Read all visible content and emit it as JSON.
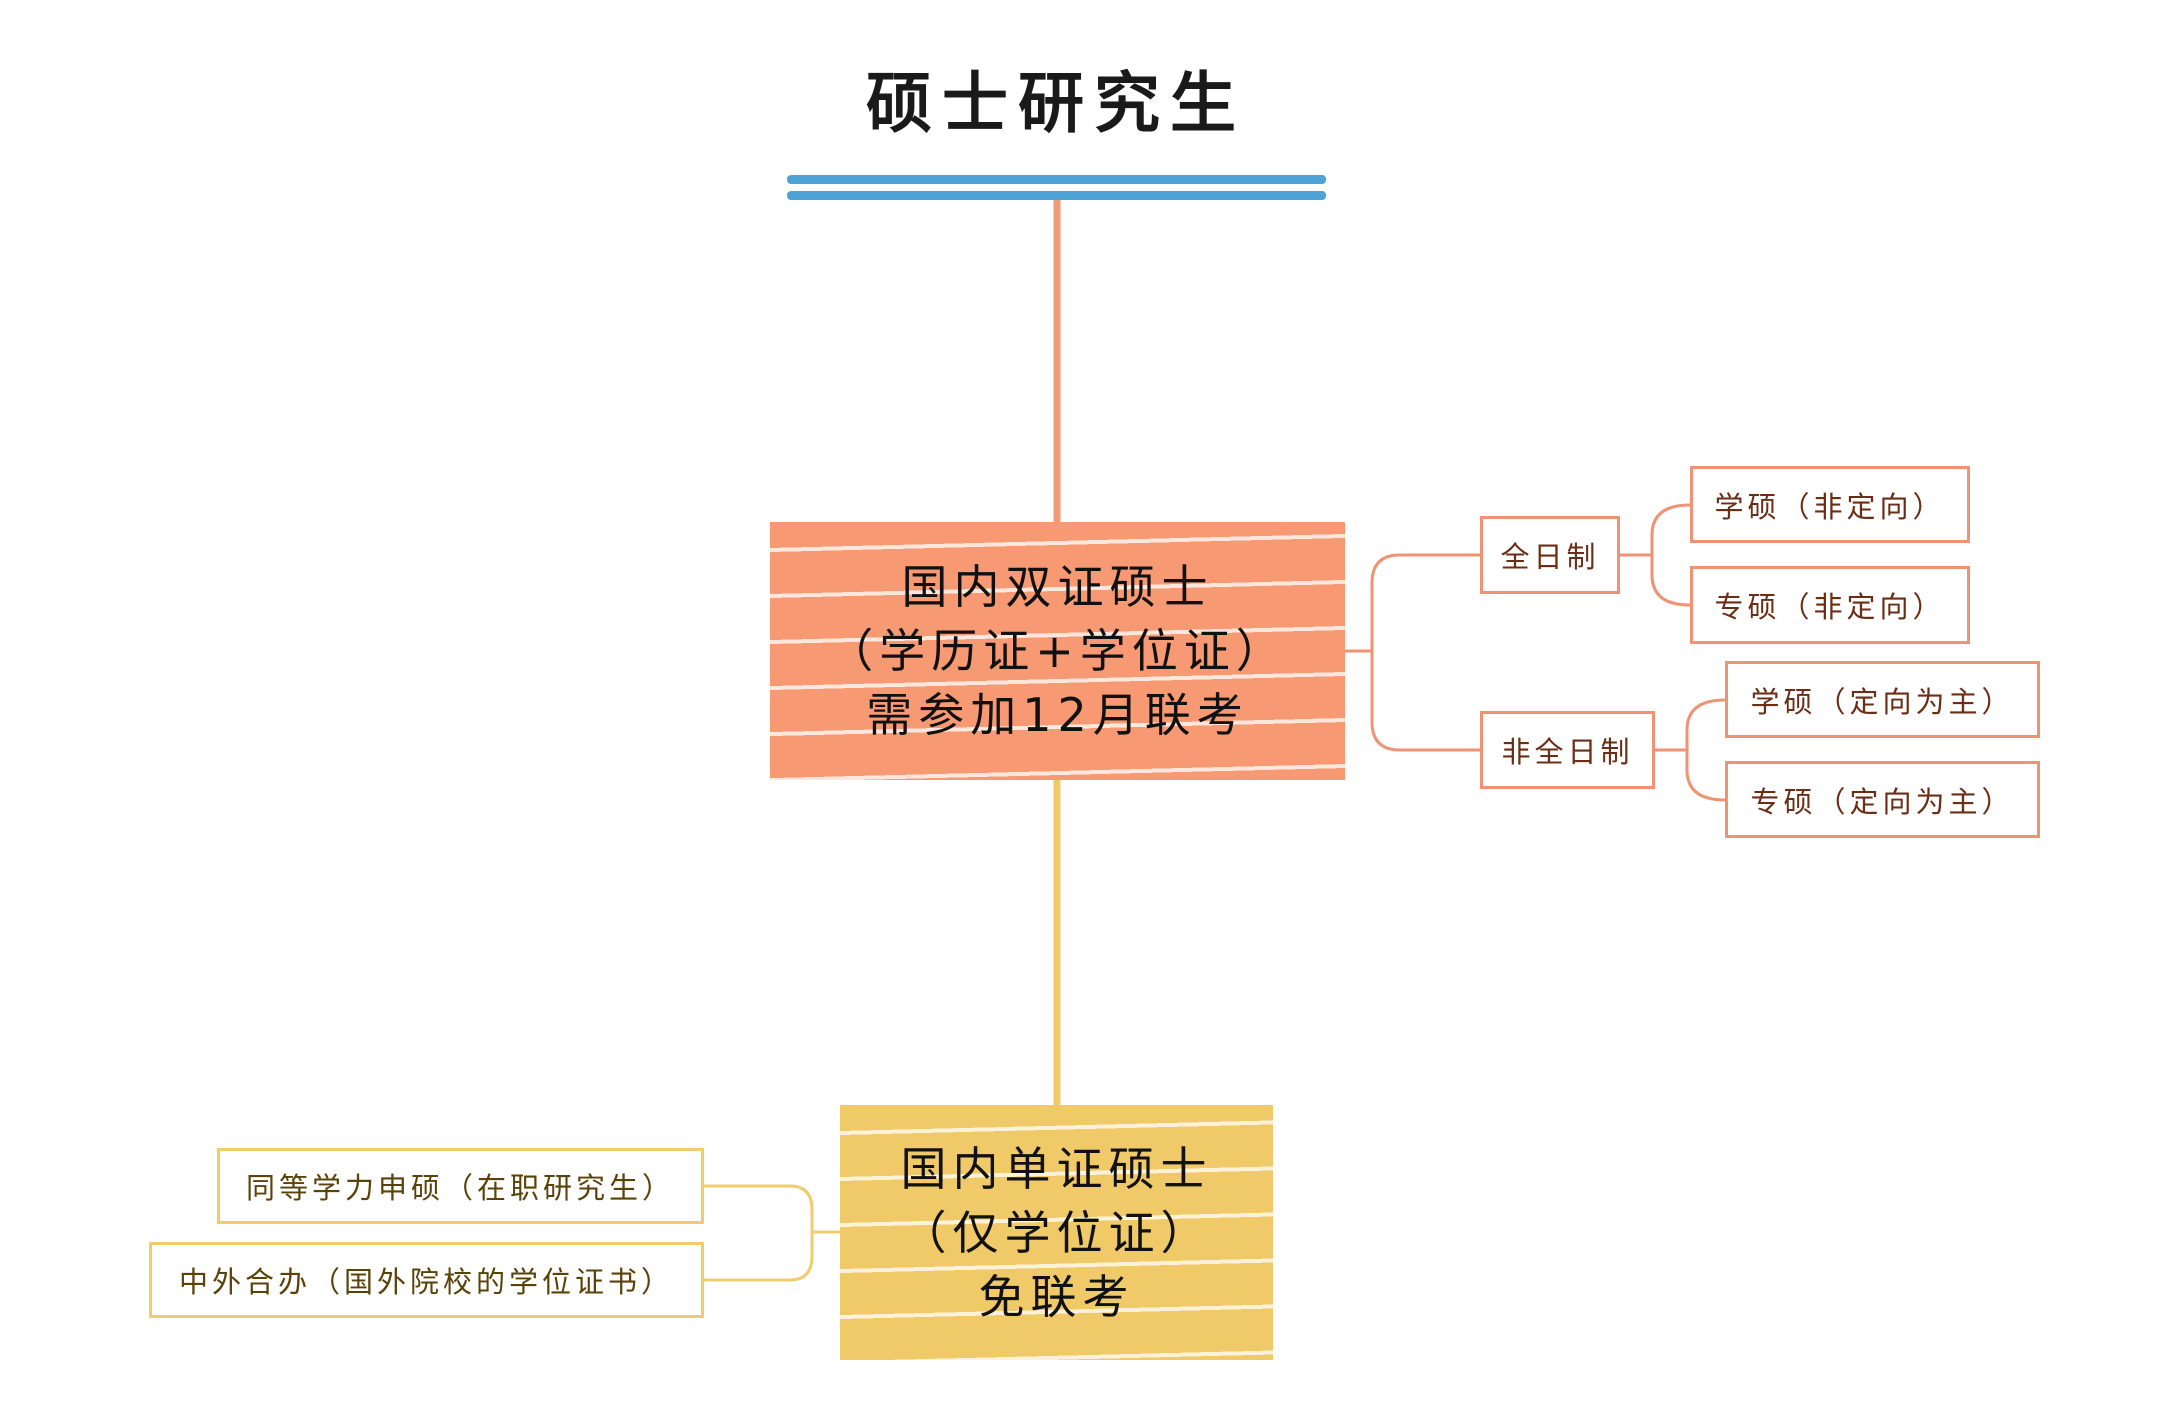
{
  "title": "硕士研究生",
  "colors": {
    "title_bar": "#4da3d6",
    "orange": "#f79a73",
    "yellow": "#f0ca68"
  },
  "double_cert": {
    "lines": [
      "国内双证硕士",
      "（学历证+学位证）",
      "需参加12月联考"
    ],
    "branches": [
      {
        "label": "全日制",
        "children": [
          "学硕（非定向）",
          "专硕（非定向）"
        ]
      },
      {
        "label": "非全日制",
        "children": [
          "学硕（定向为主）",
          "专硕（定向为主）"
        ]
      }
    ]
  },
  "single_cert": {
    "lines": [
      "国内单证硕士",
      "（仅学位证）",
      "免联考"
    ],
    "children": [
      "同等学力申硕（在职研究生）",
      "中外合办（国外院校的学位证书）"
    ]
  }
}
